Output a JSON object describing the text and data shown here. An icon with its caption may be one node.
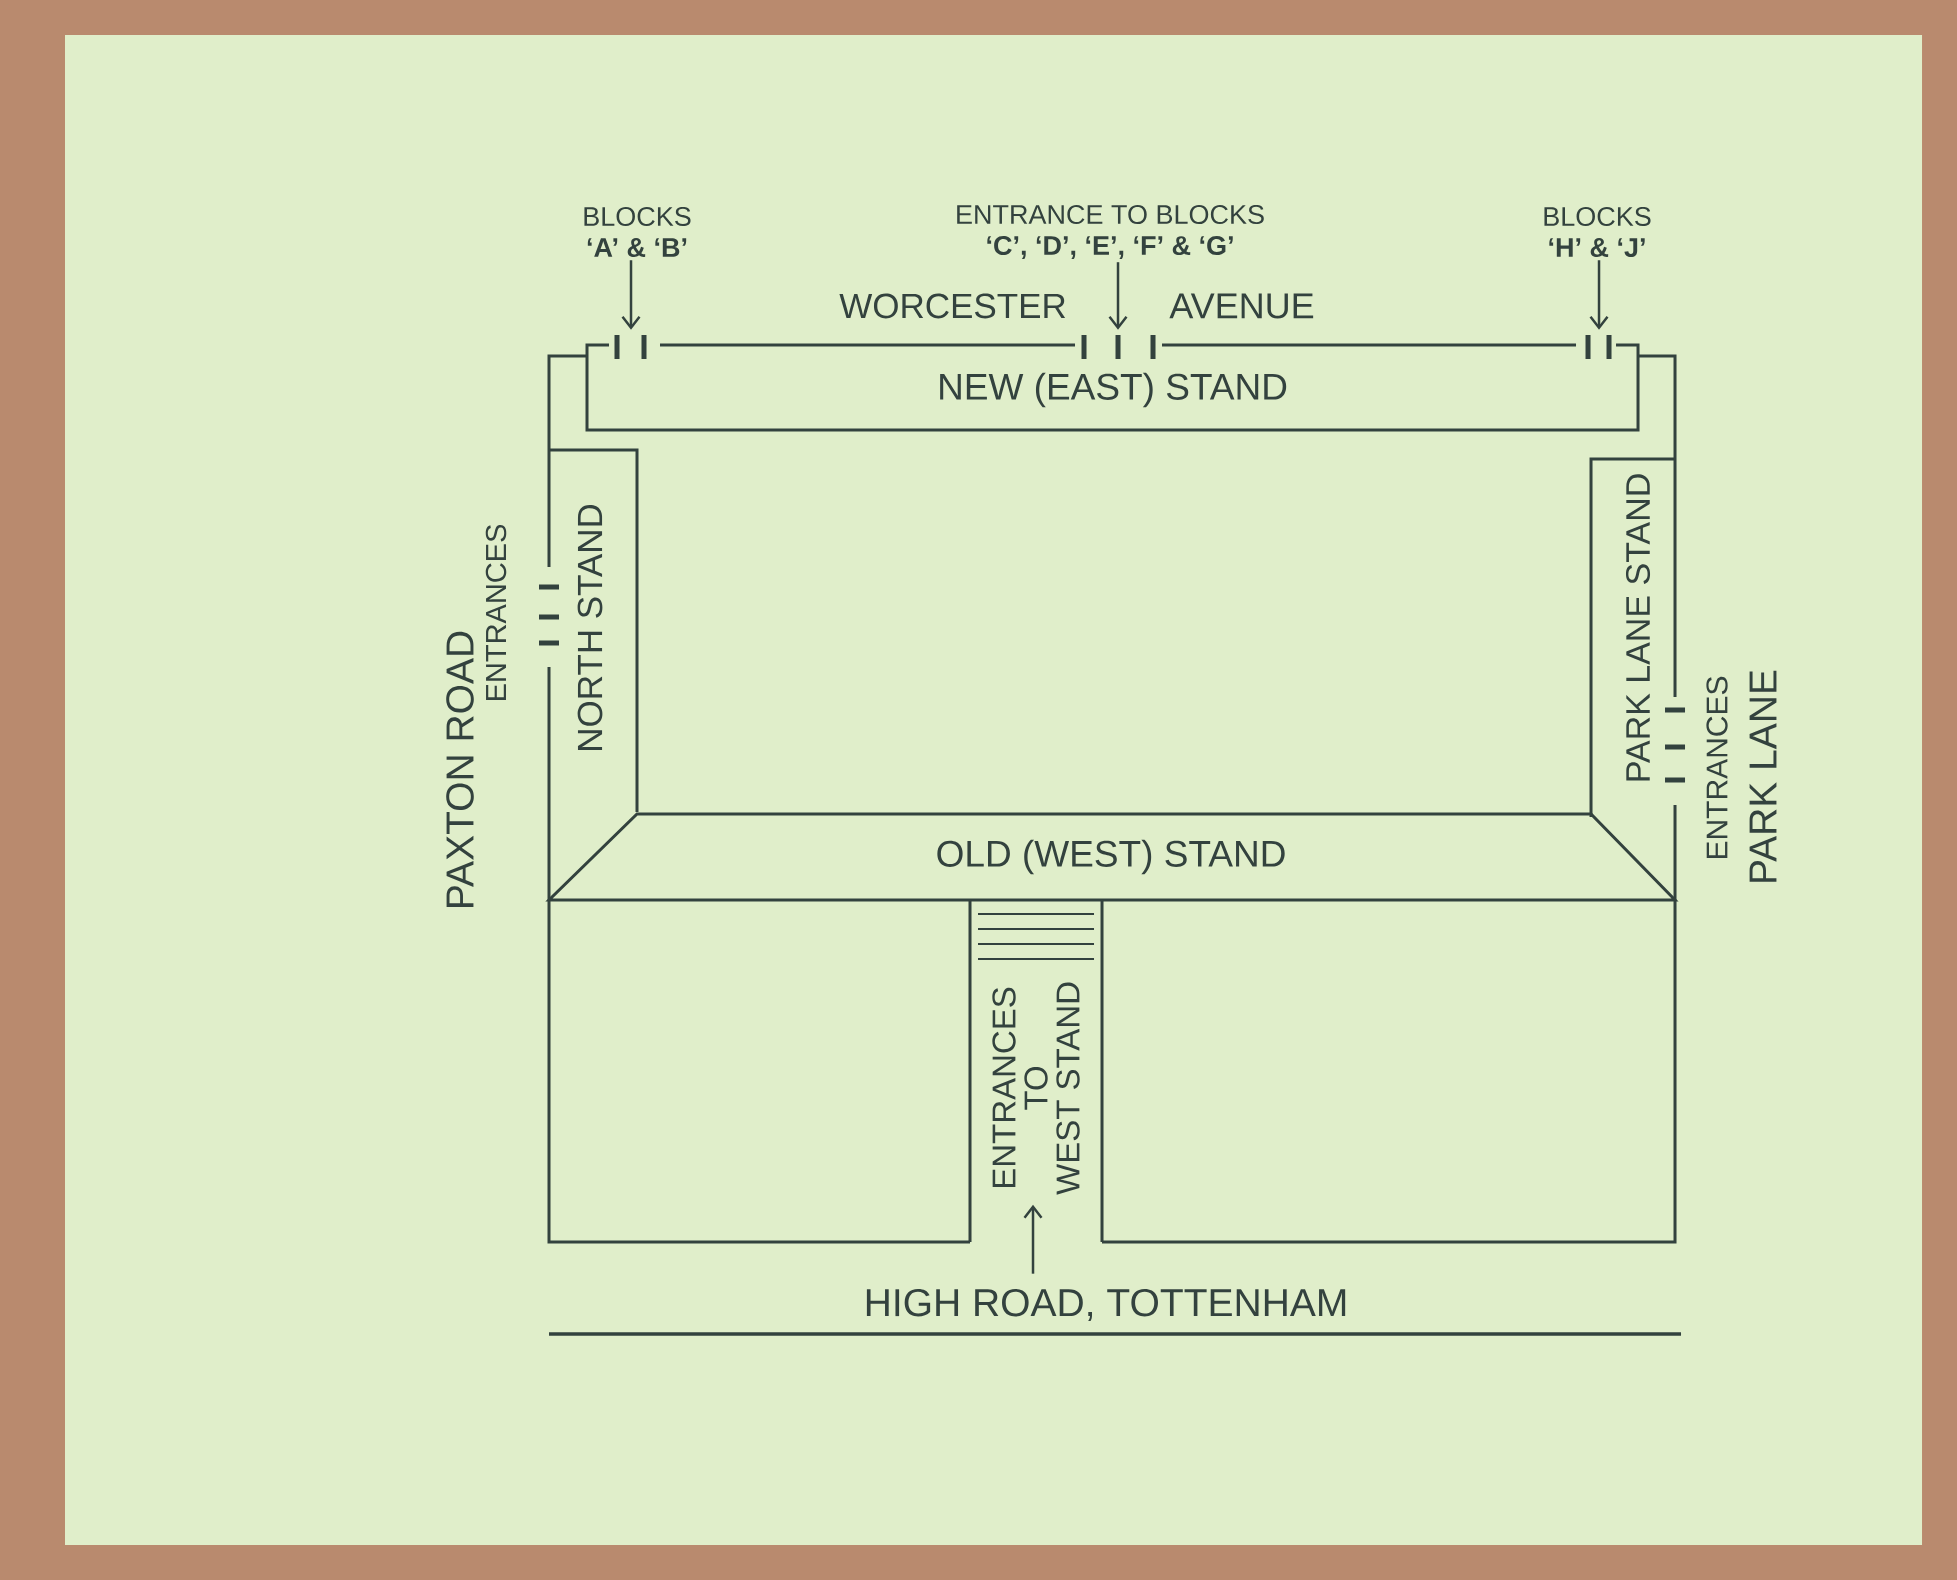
{
  "diagram": {
    "nodes": [
      {
        "text": [
          "BLOCKS",
          "‘A’ & ‘B’"
        ]
      },
      {
        "text": [
          "ENTRANCE TO BLOCKS",
          "‘C’, ‘D’, ‘E’, ‘F’ & ‘G’"
        ]
      },
      {
        "text": [
          "BLOCKS",
          "‘H’ & ‘J’"
        ]
      },
      {
        "text": [
          "NEW (EAST) STAND"
        ]
      },
      {
        "text": [
          "NORTH STAND"
        ]
      },
      {
        "text": [
          "PARK LANE STAND"
        ]
      },
      {
        "text": [
          "OLD (WEST) STAND"
        ]
      },
      {
        "text": [
          "ENTRANCES TO WEST STAND"
        ]
      },
      {
        "text": [
          "HIGH ROAD, TOTTENHAM"
        ]
      }
    ],
    "edges": [
      {
        "from": 0,
        "to": 3,
        "arrow": "to"
      },
      {
        "from": 1,
        "to": 3,
        "arrow": "to"
      },
      {
        "from": 2,
        "to": 3,
        "arrow": "to"
      },
      {
        "from": 8,
        "to": 7,
        "arrow": "to"
      }
    ],
    "labels": [
      "WORCESTER",
      "AVENUE",
      "PAXTON ROAD",
      "ENTRANCES",
      "ENTRANCES",
      "PARK LANE"
    ]
  }
}
